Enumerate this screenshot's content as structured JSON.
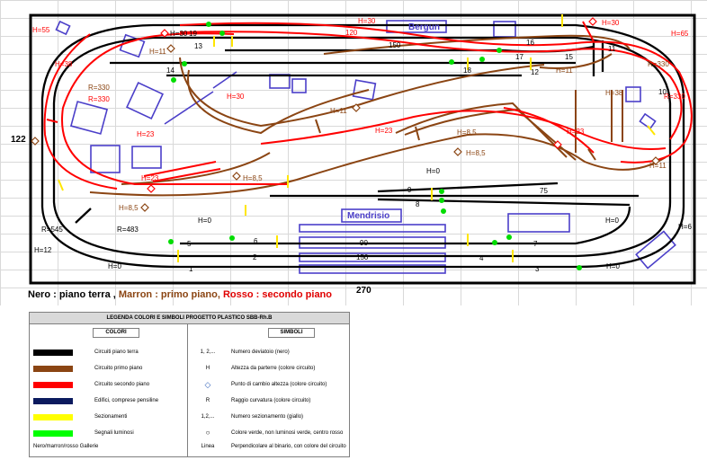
{
  "labels": {
    "bergun": "Bergun",
    "mendrisio": "Mendrisio",
    "dim_width": "270",
    "dim_height": "122",
    "caption_black": "Nero : piano terra ,",
    "caption_brown": "Marron : primo piano,",
    "caption_red": "Rosso : secondo piano"
  },
  "heights": {
    "h55": "H=55",
    "h30a": "H=30",
    "h30b": "H=30",
    "h30c": "H=30",
    "h30d": "H=30",
    "h65": "H=65",
    "h38a": "H=38",
    "h38b": "H=38",
    "h11a": "H=11",
    "h11b": "H=11",
    "h11c": "H=11",
    "h11d": "H=11",
    "h23a": "H=23",
    "h23b": "H=23",
    "h23c": "H=23",
    "h23d": "H=23",
    "h85a": "H=8,5",
    "h85b": "H=8,5",
    "h85c": "H=8,5",
    "h85d": "H=8,5",
    "h0a": "H=0",
    "h0b": "H=0",
    "h0c": "H=0",
    "h0d": "H=0",
    "h0e": "H=0",
    "h6": "H=6",
    "h12": "H=12",
    "r545": "R=545",
    "r483": "R=483",
    "r330a": "R=330",
    "r330b": "R=330",
    "r330c": "R=330",
    "r330d": "R=330"
  },
  "track_numbers": {
    "n150a": "150",
    "n150b": "150",
    "n120": "120",
    "n90": "90",
    "n75": "75",
    "n1": "1",
    "n2": "2",
    "n3": "3",
    "n4": "4",
    "n5": "5",
    "n6": "6",
    "n7": "7",
    "n8": "8",
    "n9": "9",
    "n10": "10",
    "n11": "11",
    "n12": "12",
    "n13": "13",
    "n14": "14",
    "n15": "15",
    "n16": "16",
    "n17": "17",
    "n18": "18",
    "n19": "19"
  },
  "legend": {
    "title": "LEGENDA COLORI E SIMBOLI PROGETTO PLASTICO SBB-Rh.B",
    "colori_header": "COLORI",
    "simboli_header": "SIMBOLI",
    "rows": [
      {
        "color": "#000000",
        "label": "Circuiti piano terra",
        "symbol": "1, 2,...",
        "meaning": "Numero deviatoio (nero)"
      },
      {
        "color": "#8b4513",
        "label": "Circuito primo piano",
        "symbol": "H",
        "meaning": "Altezza da parterre (colore circuito)"
      },
      {
        "color": "#ff0000",
        "label": "Circuito secondo piano",
        "symbol": "◇",
        "meaning": "Punto di cambio altezza (colore circuito)"
      },
      {
        "color": "#0b1a5e",
        "label": "Edifici, comprese pensiline",
        "symbol": "R",
        "meaning": "Raggio curvatura (colore circuito)"
      },
      {
        "color": "#ffff00",
        "label": "Sezionamenti",
        "symbol": "1,2,...",
        "meaning": "Numero sezionamento (giallo)"
      },
      {
        "color": "#00ff00",
        "label": "Segnali luminosi",
        "symbol": "○",
        "meaning": "Colore verde, non luminosi verde, centro rosso"
      },
      {
        "color": "",
        "label": "Nero/marron/rosso   Gallerie",
        "symbol": "Linea",
        "meaning": "Perpendicolare al binario, con colore del circuito"
      }
    ]
  },
  "colors": {
    "black": "#000000",
    "brown": "#8b4513",
    "red": "#ff0000",
    "building": "#4b3fc9",
    "section": "#ffff00",
    "signal": "#00dd00"
  }
}
